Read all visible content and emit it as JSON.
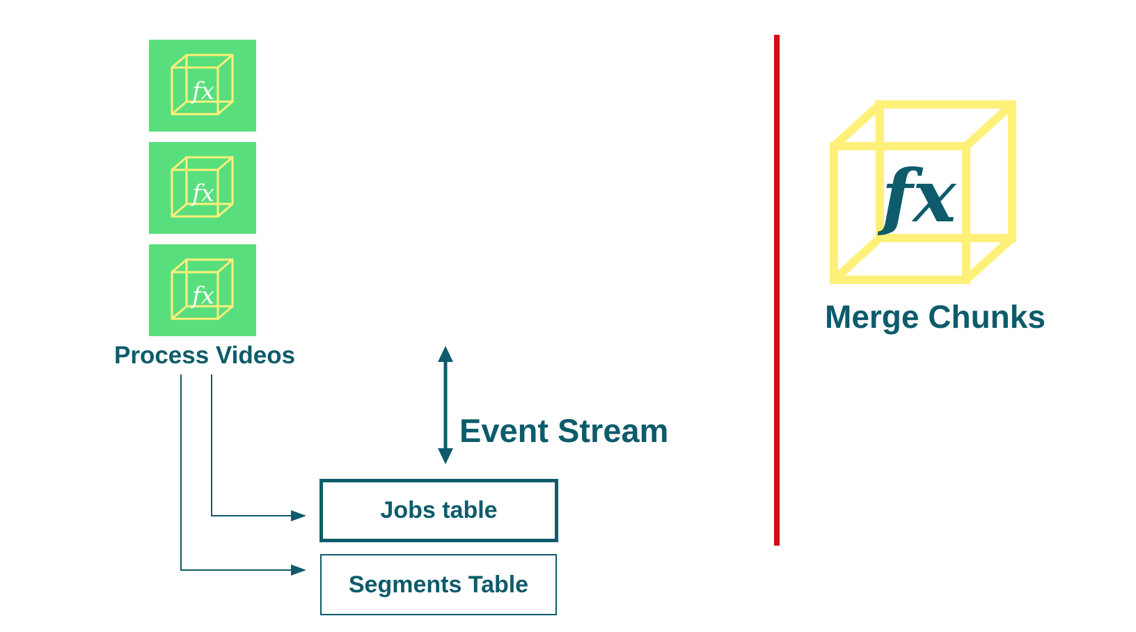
{
  "diagram": {
    "process_videos_label": "Process Videos",
    "merge_chunks_label": "Merge Chunks",
    "event_stream_label": "Event Stream",
    "jobs_table_label": "Jobs table",
    "segments_table_label": "Segments Table",
    "function_glyph": "fx"
  },
  "colors": {
    "teal_text": "#0d5b6b",
    "tile_green": "#59de7d",
    "cube_yellow": "#fff079",
    "divider_red": "#d10f14",
    "background": "#ffffff"
  },
  "icons": {
    "small_function": "fx-cube-icon",
    "large_function": "fx-cube-icon",
    "event_arrow": "double-arrow-icon",
    "connector_arrow": "arrow-right-icon"
  }
}
